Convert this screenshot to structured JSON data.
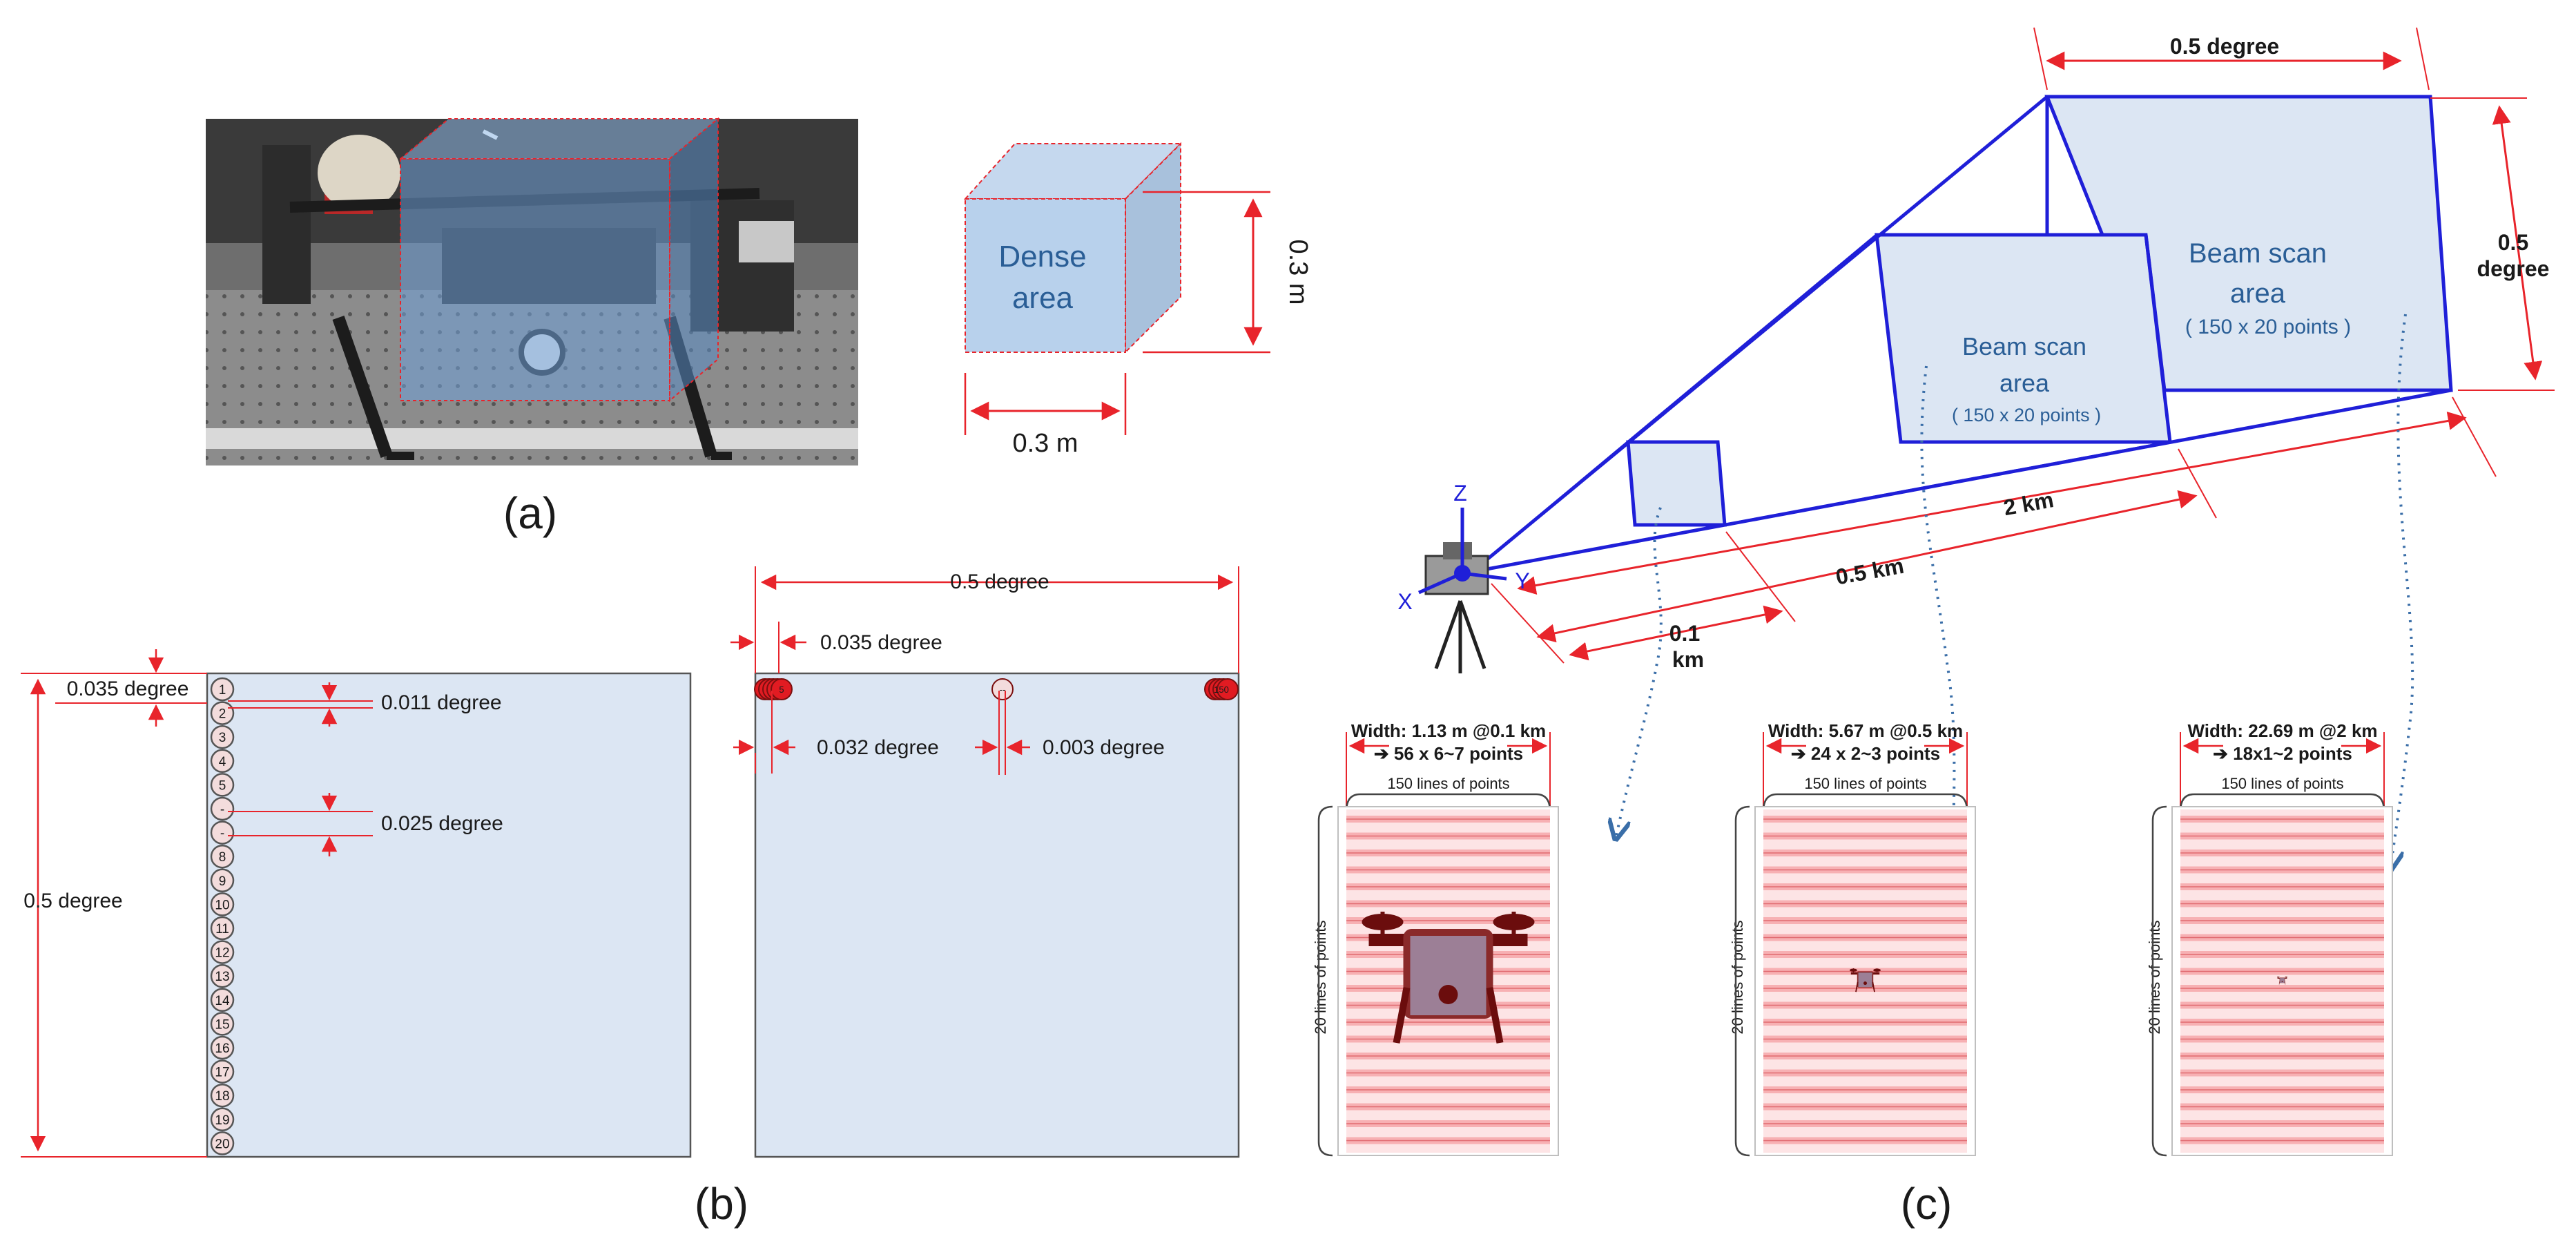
{
  "panel_a": {
    "caption": "(a)",
    "cube_label_line1": "Dense",
    "cube_label_line2": "area",
    "height_label": "0.3 m",
    "width_label": "0.3 m"
  },
  "panel_b": {
    "caption": "(b)",
    "left": {
      "total_label": "0.5 degree",
      "top_offset_label": "0.035 degree",
      "row_gap_label": "0.011 degree",
      "skip_gap_label": "0.025 degree",
      "row_labels": [
        "1",
        "2",
        "3",
        "4",
        "5",
        "-",
        "-",
        "8",
        "9",
        "10",
        "11",
        "12",
        "13",
        "14",
        "15",
        "16",
        "17",
        "18",
        "19",
        "20"
      ]
    },
    "right": {
      "total_label": "0.5 degree",
      "offset_label": "0.035 degree",
      "spacing_label": "0.032 degree",
      "gap_label": "0.003 degree",
      "first_marker": "5",
      "middle_marker": "--",
      "last_marker": "150"
    }
  },
  "panel_c": {
    "caption": "(c)",
    "angle_top": "0.5 degree",
    "angle_right_line1": "0.5",
    "angle_right_line2": "degree",
    "far_area_line1": "Beam scan",
    "far_area_line2": "area",
    "far_area_points": "( 150 x 20 points )",
    "mid_area_line1": "Beam scan",
    "mid_area_line2": "area",
    "mid_area_points": "( 150 x 20 points )",
    "dist_far": "2 km",
    "dist_mid": "0.5 km",
    "dist_near_line1": "0.1",
    "dist_near_line2": "km",
    "axis_z": "Z",
    "axis_x": "X",
    "axis_y": "Y",
    "lines_of_points": "150 lines of points",
    "rows_of_points": "20 lines of points",
    "scans": [
      {
        "width": "Width: 1.13 m @0.1 km",
        "points": "➔ 56 x 6~7 points"
      },
      {
        "width": "Width: 5.67 m @0.5 km",
        "points": "➔ 24 x 2~3 points"
      },
      {
        "width": "Width: 22.69 m @2 km",
        "points": "➔ 18x1~2 points"
      }
    ]
  },
  "colors": {
    "dimension_red": "#e8242b",
    "beam_blue": "#1f1fd8",
    "area_fill": "#dce6f3",
    "scan_line": "#f7b0b3",
    "drone_dark": "#7a1010"
  }
}
